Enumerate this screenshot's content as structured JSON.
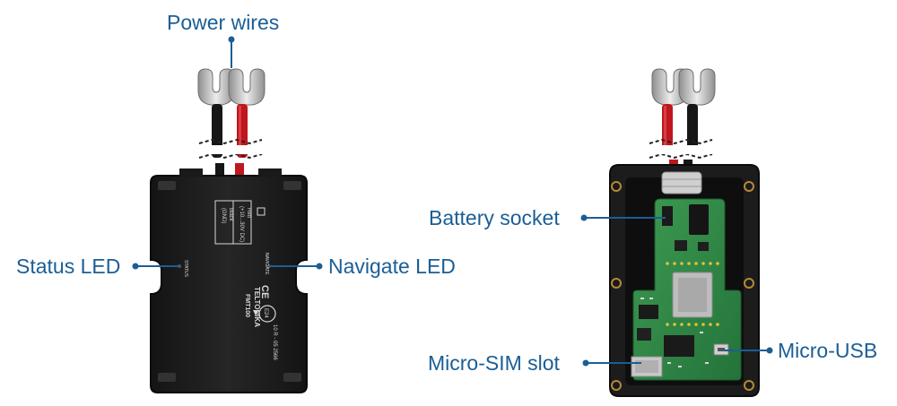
{
  "labels": {
    "power_wires": "Power wires",
    "status_led": "Status LED",
    "navigate_led": "Navigate LED",
    "battery_socket": "Battery socket",
    "micro_sim_slot": "Micro-SIM slot",
    "micro_usb": "Micro-USB"
  },
  "device_print": {
    "brand": "TELTONIKA",
    "model": "FMT100",
    "status_marker": "STATUS",
    "navigate_marker": "NAVIGATE",
    "cert_mark": "CE",
    "e_mark": "E24",
    "e_mark_code": "10 R - 05 2566",
    "red_label": "Red",
    "black_label": "Black",
    "voltage_label": "(+10...30V DC)",
    "gnd_label": "(GND)"
  },
  "colors": {
    "label_blue": "#1b5e96",
    "wire_red": "#c0161d",
    "wire_black": "#161616",
    "device_body": "#1c1c1c",
    "pcb_green": "#2f8a43"
  }
}
